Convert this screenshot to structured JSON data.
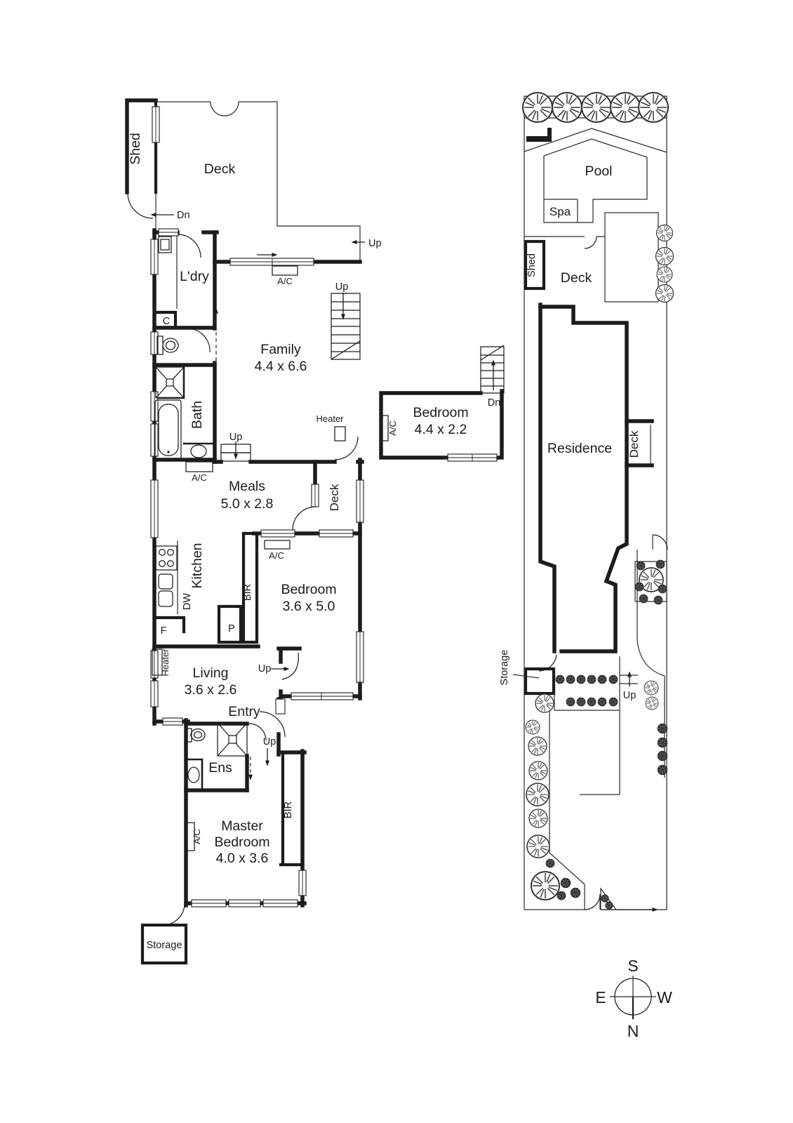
{
  "floorplan": {
    "rooms": {
      "shed": {
        "name": "Shed"
      },
      "deck_top": {
        "name": "Deck"
      },
      "laundry": {
        "name": "L'dry"
      },
      "cupboard": {
        "name": "C"
      },
      "bath": {
        "name": "Bath"
      },
      "family": {
        "name": "Family",
        "dims": "4.4 x 6.6"
      },
      "meals": {
        "name": "Meals",
        "dims": "5.0 x 2.8"
      },
      "kitchen": {
        "name": "Kitchen"
      },
      "deck_inner": {
        "name": "Deck"
      },
      "bedroom2": {
        "name": "Bedroom",
        "dims": "3.6 x 5.0"
      },
      "living": {
        "name": "Living",
        "dims": "3.6 x 2.6"
      },
      "entry": {
        "name": "Entry"
      },
      "ensuite": {
        "name": "Ens"
      },
      "master": {
        "name_line1": "Master",
        "name_line2": "Bedroom",
        "dims": "4.0 x 3.6"
      },
      "storage": {
        "name": "Storage"
      },
      "bedroom_upper": {
        "name": "Bedroom",
        "dims": "4.4 x 2.2"
      }
    },
    "fixtures": {
      "ac": "A/C",
      "heater": "Heater",
      "dishwasher": "DW",
      "fridge": "F",
      "pantry": "P",
      "robe": "BIR"
    },
    "annotations": {
      "up": "Up",
      "down": "Dn"
    }
  },
  "siteplan": {
    "labels": {
      "pool": "Pool",
      "spa": "Spa",
      "shed": "Shed",
      "deck_rear": "Deck",
      "residence": "Residence",
      "deck_side": "Deck",
      "storage": "Storage",
      "up": "Up"
    }
  },
  "compass": {
    "north": "N",
    "south": "S",
    "east": "E",
    "west": "W"
  }
}
